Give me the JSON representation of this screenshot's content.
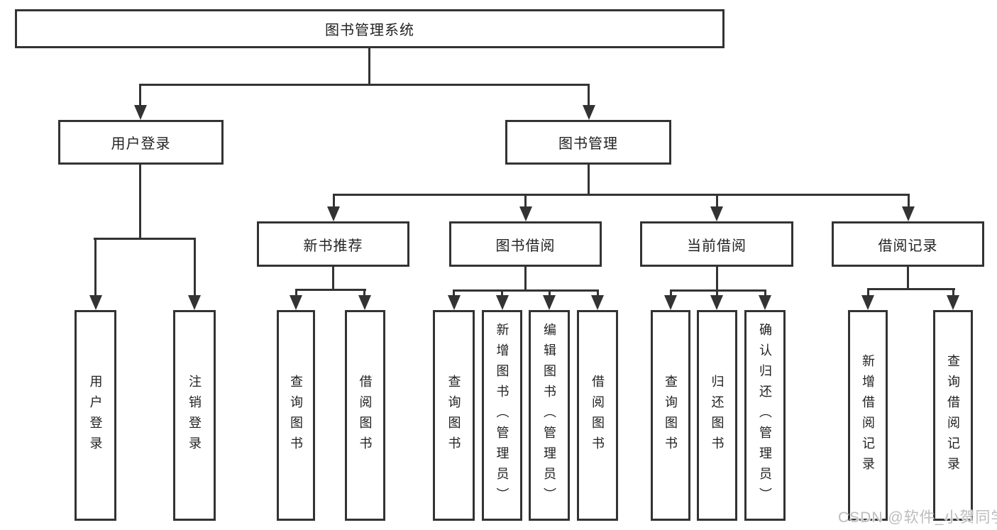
{
  "diagram_title": "图书管理系统",
  "tree": {
    "root": {
      "label": "图书管理系统",
      "children": [
        {
          "label": "用户登录",
          "children": [
            {
              "label": "用户登录"
            },
            {
              "label": "注销登录"
            }
          ]
        },
        {
          "label": "图书管理",
          "children": [
            {
              "label": "新书推荐",
              "children": [
                {
                  "label": "查询图书"
                },
                {
                  "label": "借阅图书"
                }
              ]
            },
            {
              "label": "图书借阅",
              "children": [
                {
                  "label": "查询图书"
                },
                {
                  "label": "新增图书（管理员）"
                },
                {
                  "label": "编辑图书（管理员）"
                },
                {
                  "label": "借阅图书"
                }
              ]
            },
            {
              "label": "当前借阅",
              "children": [
                {
                  "label": "查询图书"
                },
                {
                  "label": "归还图书"
                },
                {
                  "label": "确认归还（管理员）"
                }
              ]
            },
            {
              "label": "借阅记录",
              "children": [
                {
                  "label": "新增借阅记录"
                },
                {
                  "label": "查询借阅记录"
                }
              ]
            }
          ]
        }
      ]
    }
  },
  "watermark": {
    "text": "CSDN @软件_小贺同学"
  },
  "colors": {
    "line": "#333333",
    "box_border": "#333333",
    "box_fill": "#ffffff",
    "text": "#222222",
    "watermark": "#bcbcbc",
    "background": "#ffffff"
  }
}
